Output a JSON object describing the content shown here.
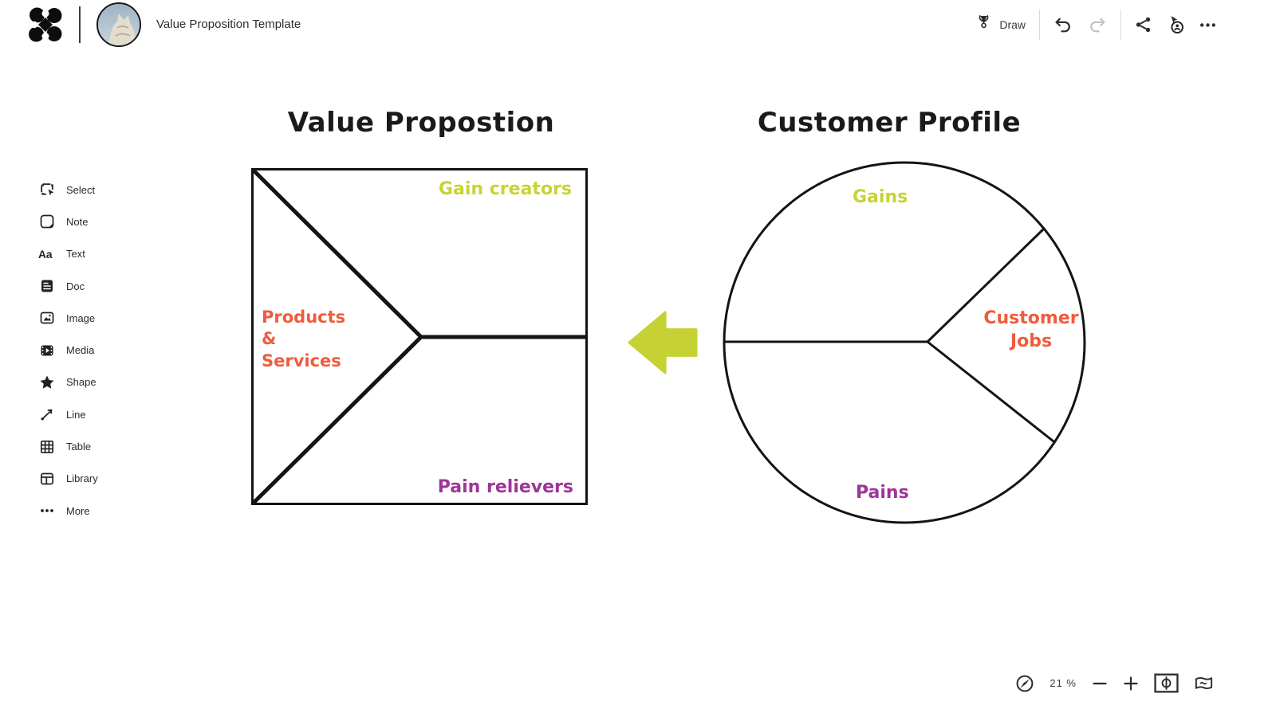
{
  "header": {
    "title": "Value Proposition Template",
    "draw_label": "Draw"
  },
  "sidebar": {
    "items": [
      {
        "icon": "select-icon",
        "label": "Select"
      },
      {
        "icon": "note-icon",
        "label": "Note"
      },
      {
        "icon": "text-icon",
        "label": "Text"
      },
      {
        "icon": "doc-icon",
        "label": "Doc"
      },
      {
        "icon": "image-icon",
        "label": "Image"
      },
      {
        "icon": "media-icon",
        "label": "Media"
      },
      {
        "icon": "shape-icon",
        "label": "Shape"
      },
      {
        "icon": "line-icon",
        "label": "Line"
      },
      {
        "icon": "table-icon",
        "label": "Table"
      },
      {
        "icon": "library-icon",
        "label": "Library"
      },
      {
        "icon": "more-icon",
        "label": "More"
      }
    ]
  },
  "canvas": {
    "value_proposition": {
      "title": "Value Propostion",
      "gain_creators": "Gain creators",
      "products_services": "Products & Services",
      "pain_relievers": "Pain relievers"
    },
    "customer_profile": {
      "title": "Customer Profile",
      "gains": "Gains",
      "customer_jobs": "Customer Jobs",
      "pains": "Pains"
    }
  },
  "zoom_controls": {
    "zoom_level": "21 %"
  },
  "colors": {
    "lime": "#c8d334",
    "orange": "#f05b3d",
    "purple": "#9d3598",
    "ink": "#141414"
  }
}
